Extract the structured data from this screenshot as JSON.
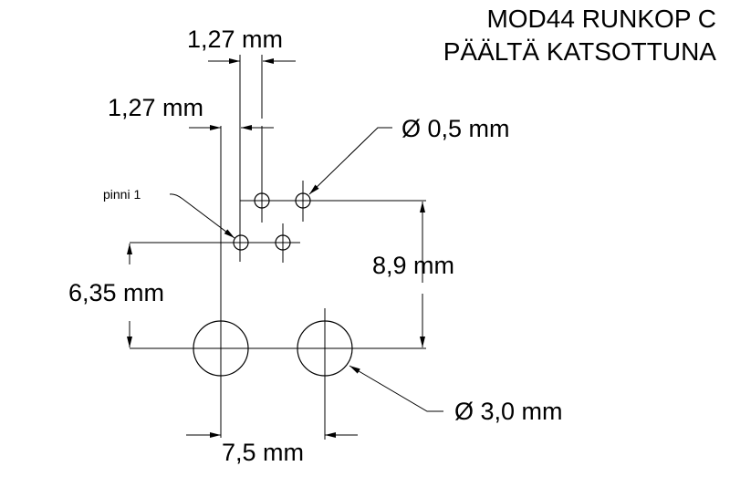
{
  "title": {
    "line1": "MOD44 RUNKOP C",
    "line2": "PÄÄLTÄ KATSOTTUNA"
  },
  "dimensions": {
    "pin_pitch_top": "1,27 mm",
    "pin_pitch_offset": "1,27 mm",
    "pin_diameter": "Ø 0,5 mm",
    "pin1_label": "pinni 1",
    "height_total": "8,9 mm",
    "height_pin1": "6,35 mm",
    "mount_spacing": "7,5 mm",
    "mount_diameter": "Ø 3,0 mm"
  }
}
